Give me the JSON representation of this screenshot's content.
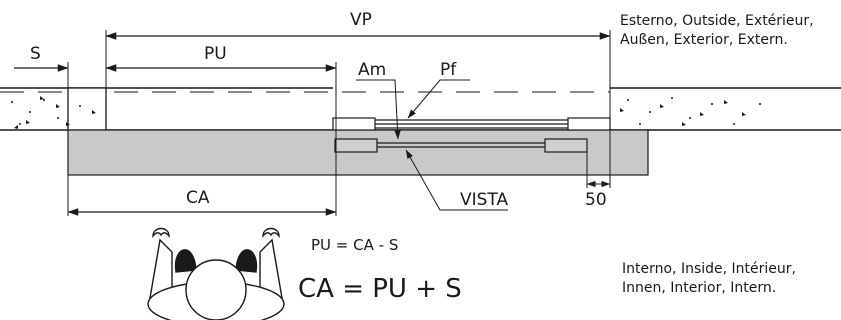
{
  "labels": {
    "vp": "VP",
    "s": "S",
    "pu": "PU",
    "am": "Am",
    "pf": "Pf",
    "ca": "CA",
    "vista": "VISTA",
    "fifty": "50"
  },
  "outside_note": {
    "line1": "Esterno, Outside, Extérieur,",
    "line2": "Außen, Exterior, Extern."
  },
  "inside_note": {
    "line1": "Interno, Inside, Intérieur,",
    "line2": "Innen, Interior, Intern."
  },
  "formulas": {
    "small": "PU = CA - S",
    "big": "CA = PU + S"
  },
  "colors": {
    "line": "#1a1a1a",
    "sash_fill": "#cfcfcf",
    "background": "#ffffff"
  }
}
